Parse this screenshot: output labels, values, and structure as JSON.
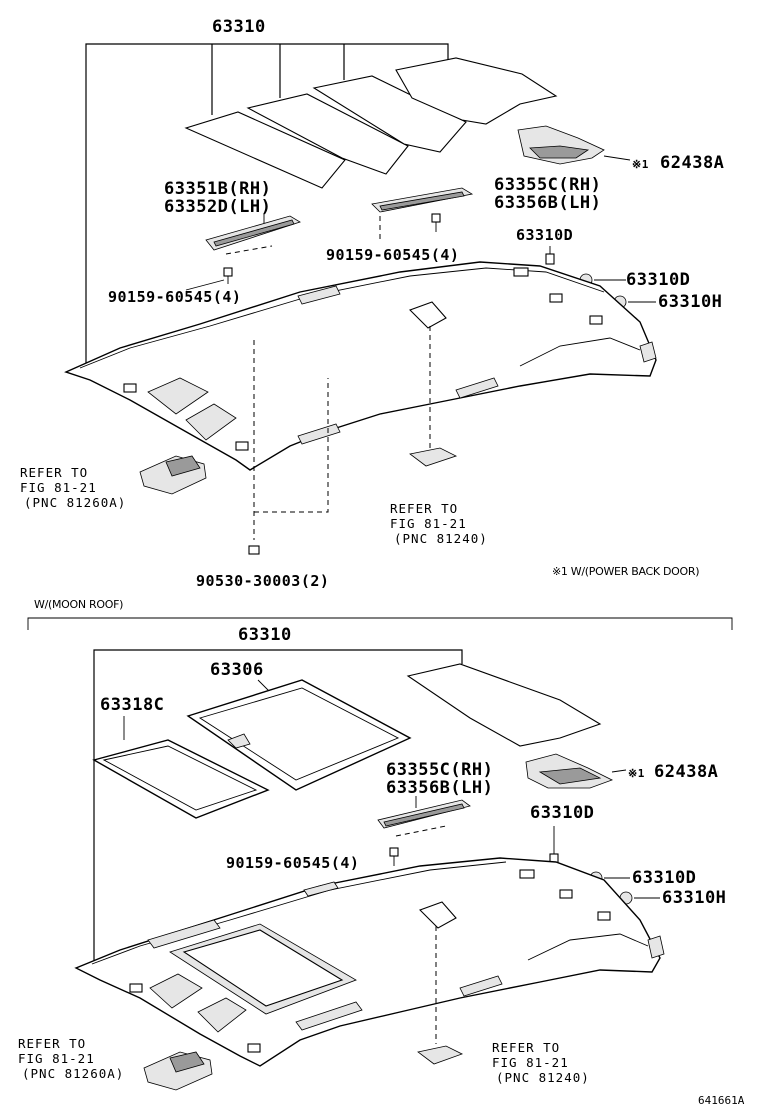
{
  "top_section": {
    "labels": {
      "headliner": "63310",
      "visor_holder_rh": "63351B(RH)",
      "visor_holder_lh": "63352D(LH)",
      "assist_rail_rh": "63355C(RH)",
      "assist_rail_lh": "63356B(LH)",
      "screw_left": "90159-60545(4)",
      "screw_right": "90159-60545(4)",
      "clip_d_upper": "63310D",
      "clip_d_lower": "63310D",
      "clip_h": "63310H",
      "pad_mark": "※1",
      "pad": "62438A",
      "clip_bottom": "90530-30003(2)",
      "note": "※1 W/(POWER BACK DOOR)"
    },
    "refs": {
      "left": {
        "line1": "REFER TO",
        "line2": "FIG 81-21",
        "line3": "(PNC 81260A)"
      },
      "center": {
        "line1": "REFER TO",
        "line2": "FIG 81-21",
        "line3": "(PNC 81240)"
      }
    }
  },
  "bottom_section": {
    "title": "W/(MOON ROOF)",
    "labels": {
      "headliner": "63310",
      "sunroof_trim": "63306",
      "weatherstrip": "63318C",
      "assist_rail_rh": "63355C(RH)",
      "assist_rail_lh": "63356B(LH)",
      "screw": "90159-60545(4)",
      "clip_d_upper": "63310D",
      "clip_d_lower": "63310D",
      "clip_h": "63310H",
      "pad_mark": "※1",
      "pad": "62438A"
    },
    "refs": {
      "left": {
        "line1": "REFER TO",
        "line2": "FIG 81-21",
        "line3": "(PNC 81260A)"
      },
      "right": {
        "line1": "REFER TO",
        "line2": "FIG 81-21",
        "line3": "(PNC 81240)"
      }
    }
  },
  "figure_code": "641661A"
}
